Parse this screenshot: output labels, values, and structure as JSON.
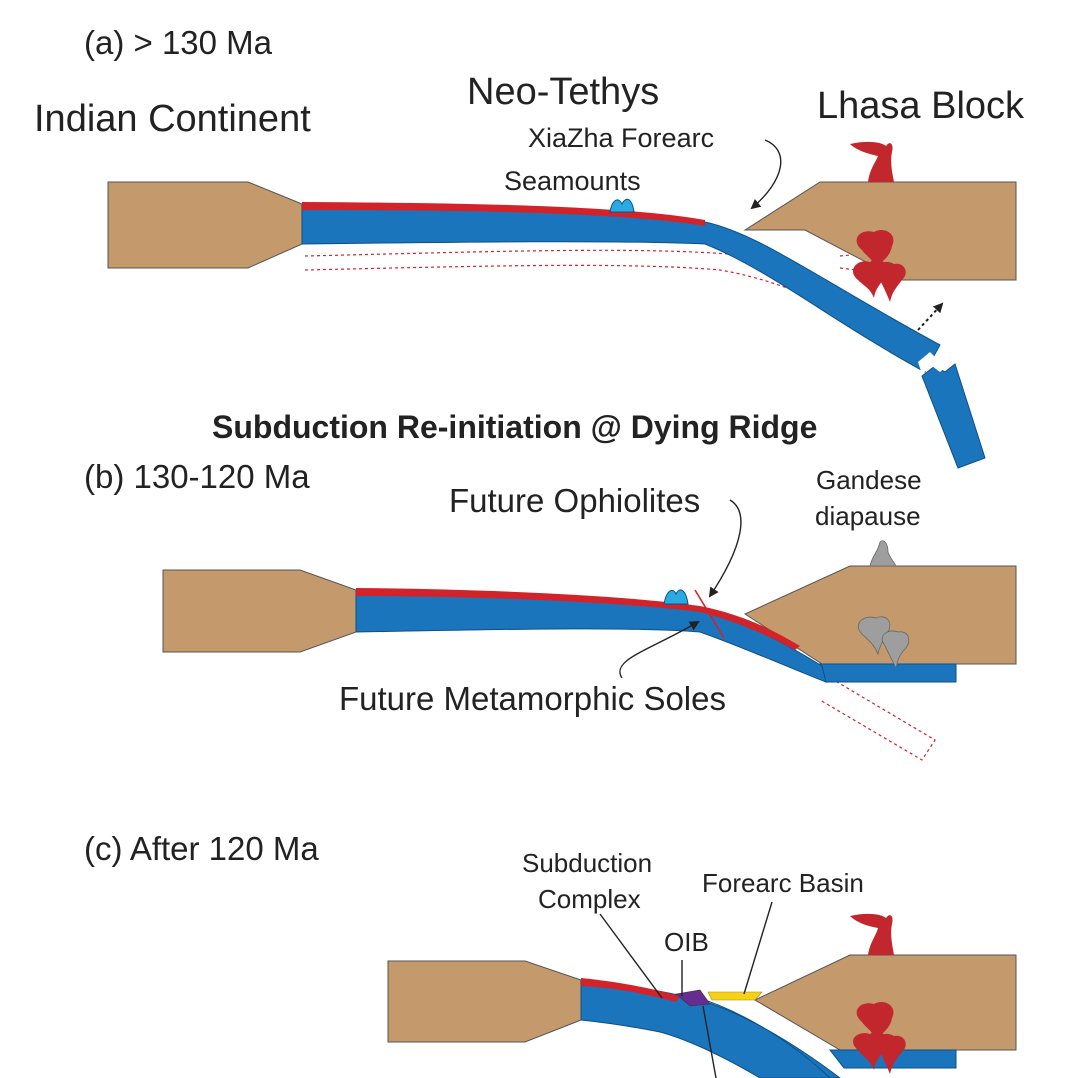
{
  "colors": {
    "continent": "#c49a6c",
    "oceanic_plate": "#1b75bc",
    "seamount": "#29abe2",
    "crust_red": "#d2232a",
    "magma_red": "#c1272d",
    "dormant_magma": "#9e9e9e",
    "forearc_yellow": "#f7d117",
    "oib_purple": "#662d91",
    "ghost_outline": "#d2232a"
  },
  "panel_a": {
    "label": "(a)  > 130 Ma",
    "indian_continent": "Indian Continent",
    "neo_tethys": "Neo-Tethys",
    "lhasa_block": "Lhasa Block",
    "xiazha_forearc": "XiaZha Forearc",
    "seamounts": "Seamounts"
  },
  "headline": "Subduction Re-initiation @ Dying Ridge",
  "panel_b": {
    "label": "(b)  130-120 Ma",
    "future_ophiolites": "Future Ophiolites",
    "gandese_line1": "Gandese",
    "gandese_line2": "diapause",
    "future_soles": "Future Metamorphic Soles"
  },
  "panel_c": {
    "label": "(c)  After 120 Ma",
    "subduction_line1": "Subduction",
    "subduction_line2": "Complex",
    "forearc_basin": "Forearc Basin",
    "oib": "OIB"
  }
}
